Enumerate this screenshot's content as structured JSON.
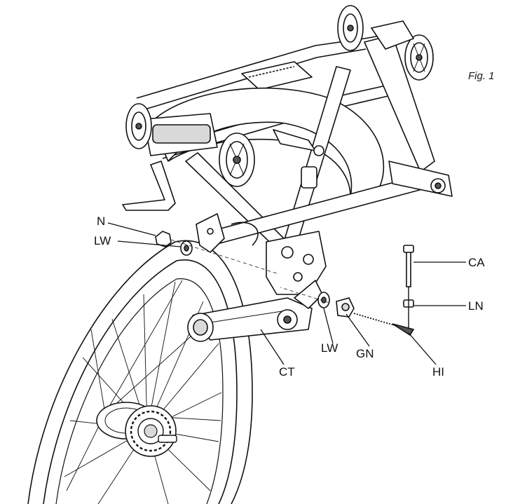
{
  "figure": {
    "caption": "Fig. 1"
  },
  "callouts": {
    "n": "N",
    "lw_left": "LW",
    "ca": "CA",
    "ln": "LN",
    "lw_right": "LW",
    "gn": "GN",
    "ct": "CT",
    "hi": "HI"
  },
  "colors": {
    "ink": "#111111",
    "fill": "#ffffff",
    "shade": "#d9d9d9",
    "dark": "#555555"
  }
}
